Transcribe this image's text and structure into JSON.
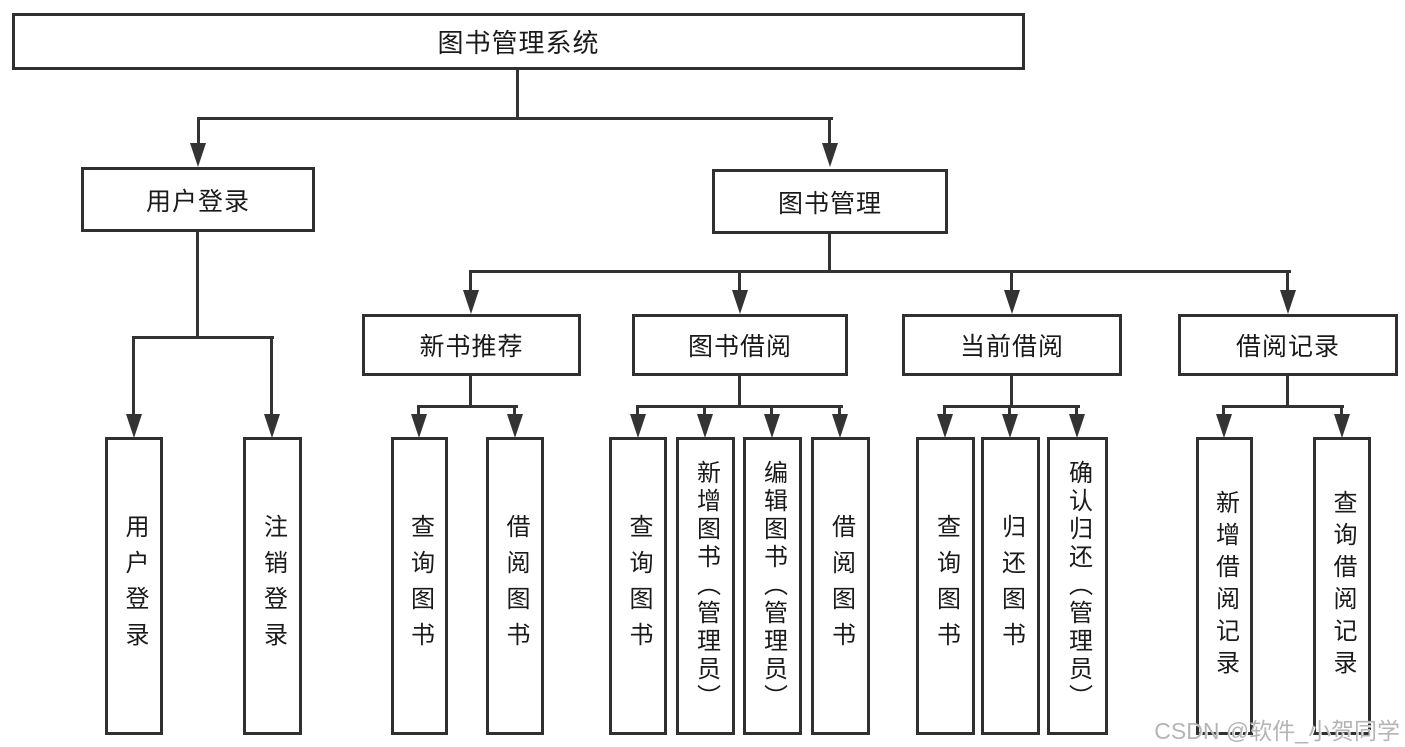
{
  "diagram": {
    "title": "图书管理系统",
    "tree": {
      "root": {
        "label": "图书管理系统"
      },
      "branches": [
        {
          "label": "用户登录",
          "children": [
            {
              "label": "用户登录"
            },
            {
              "label": "注销登录"
            }
          ]
        },
        {
          "label": "图书管理",
          "children": [
            {
              "label": "新书推荐",
              "children": [
                {
                  "label": "查询图书"
                },
                {
                  "label": "借阅图书"
                }
              ]
            },
            {
              "label": "图书借阅",
              "children": [
                {
                  "label": "查询图书"
                },
                {
                  "label": "新增图书（管理员）"
                },
                {
                  "label": "编辑图书（管理员）"
                },
                {
                  "label": "借阅图书"
                }
              ]
            },
            {
              "label": "当前借阅",
              "children": [
                {
                  "label": "查询图书"
                },
                {
                  "label": "归还图书"
                },
                {
                  "label": "确认归还（管理员）"
                }
              ]
            },
            {
              "label": "借阅记录",
              "children": [
                {
                  "label": "新增借阅记录"
                },
                {
                  "label": "查询借阅记录"
                }
              ]
            }
          ]
        }
      ]
    }
  },
  "watermark": {
    "text": "CSDN @软件_小贺同学"
  },
  "colors": {
    "bg": "#ffffff",
    "line": "#333333",
    "border": "#303030",
    "text": "#1a1a1a",
    "watermark": "#b5b5b5"
  }
}
